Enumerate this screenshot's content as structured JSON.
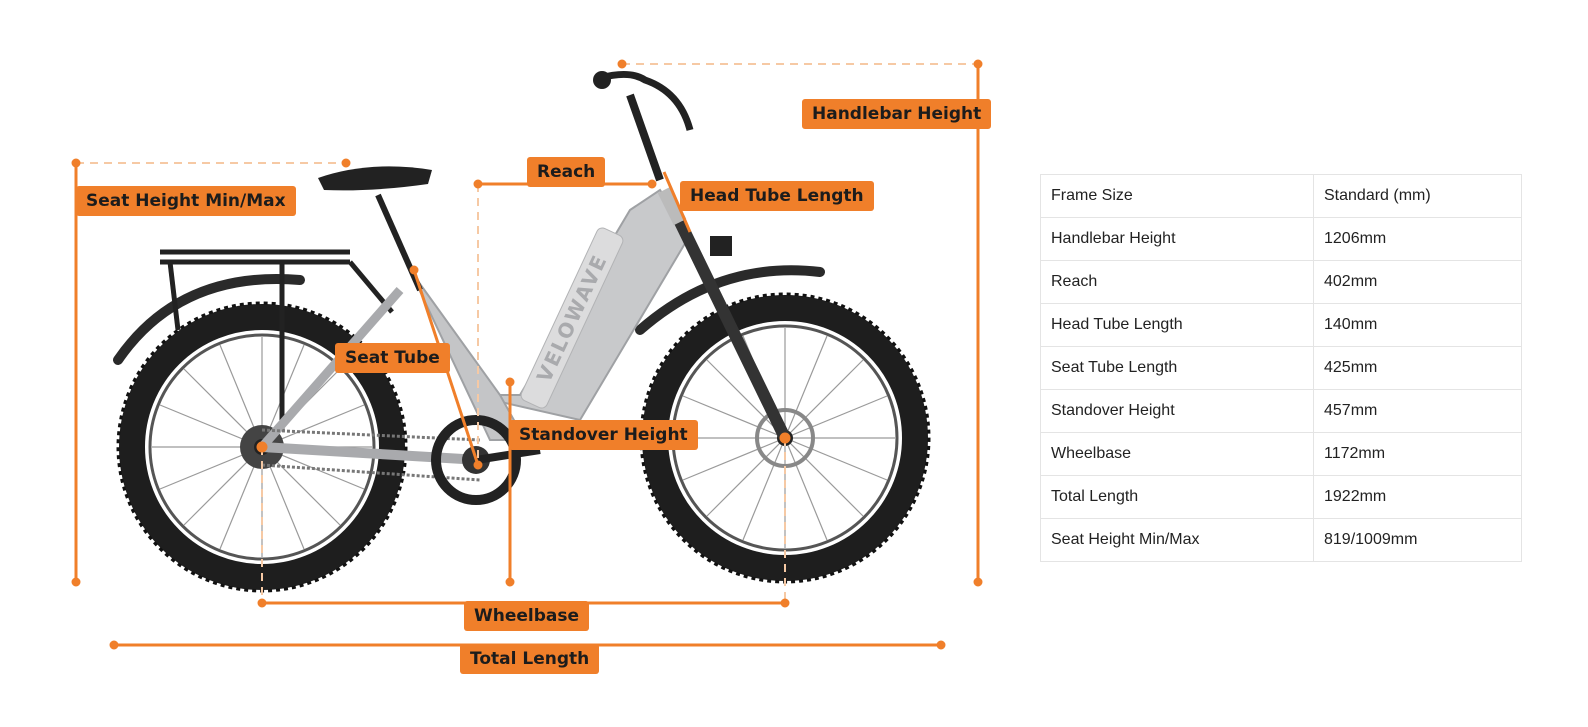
{
  "labels": {
    "handlebar_height": "Handlebar Height",
    "reach": "Reach",
    "head_tube_length": "Head Tube Length",
    "seat_height": "Seat Height Min/Max",
    "seat_tube": "Seat Tube",
    "standover_height": "Standover Height",
    "wheelbase": "Wheelbase",
    "total_length": "Total Length"
  },
  "brand_logo": "VELOWAVE",
  "colors": {
    "accent": "#f07f2a",
    "frame": "#c8c9cb",
    "tire": "#1e1e1e"
  },
  "table": {
    "header": [
      "Frame Size",
      "Standard (mm)"
    ],
    "rows": [
      [
        "Handlebar Height",
        "1206mm"
      ],
      [
        "Reach",
        "402mm"
      ],
      [
        "Head Tube Length",
        "140mm"
      ],
      [
        "Seat Tube Length",
        "425mm"
      ],
      [
        "Standover Height",
        "457mm"
      ],
      [
        "Wheelbase",
        "1172mm"
      ],
      [
        "Total Length",
        "1922mm"
      ],
      [
        "Seat Height Min/Max",
        "819/1009mm"
      ]
    ]
  }
}
